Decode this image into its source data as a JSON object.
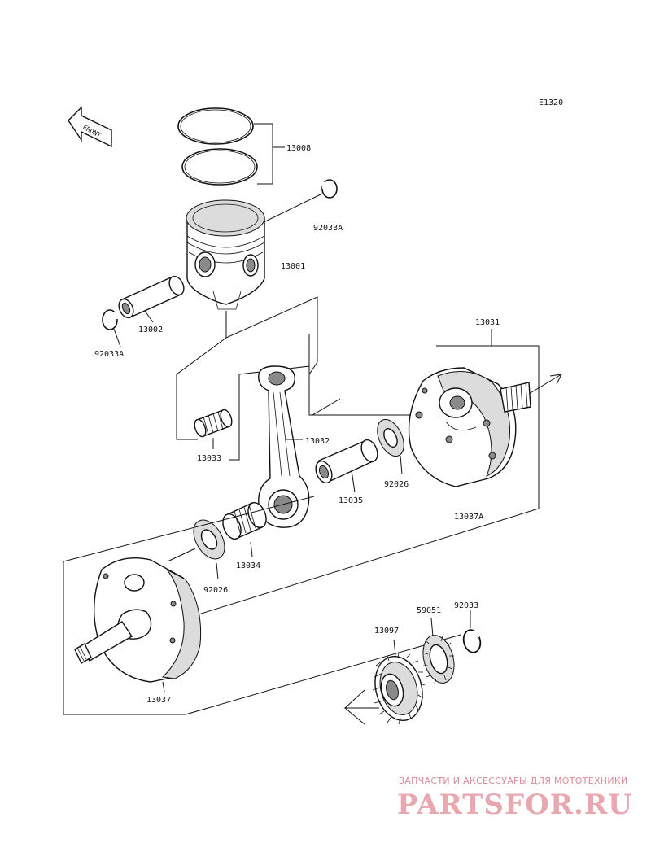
{
  "diagram": {
    "code": "E1320",
    "front_label": "FRONT"
  },
  "parts": {
    "rings": "13008",
    "clip_upper": "92033A",
    "piston": "13001",
    "piston_pin": "13002",
    "clip_lower": "92033A",
    "crank_right": "13031",
    "con_rod": "13032",
    "bearing_small_end": "13033",
    "crankpin": "13035",
    "washer_right": "92026",
    "crank_half_right": "13037A",
    "bearing_big_end": "13034",
    "washer_left": "92026",
    "circlip": "92033",
    "key": "59051",
    "gear": "13097",
    "crank_half_left": "13037"
  },
  "watermark": {
    "line1": "ЗАПЧАСТИ И АКСЕССУАРЫ ДЛЯ МОТОТЕХНИКИ",
    "line2": "PARTSFOR.RU"
  }
}
